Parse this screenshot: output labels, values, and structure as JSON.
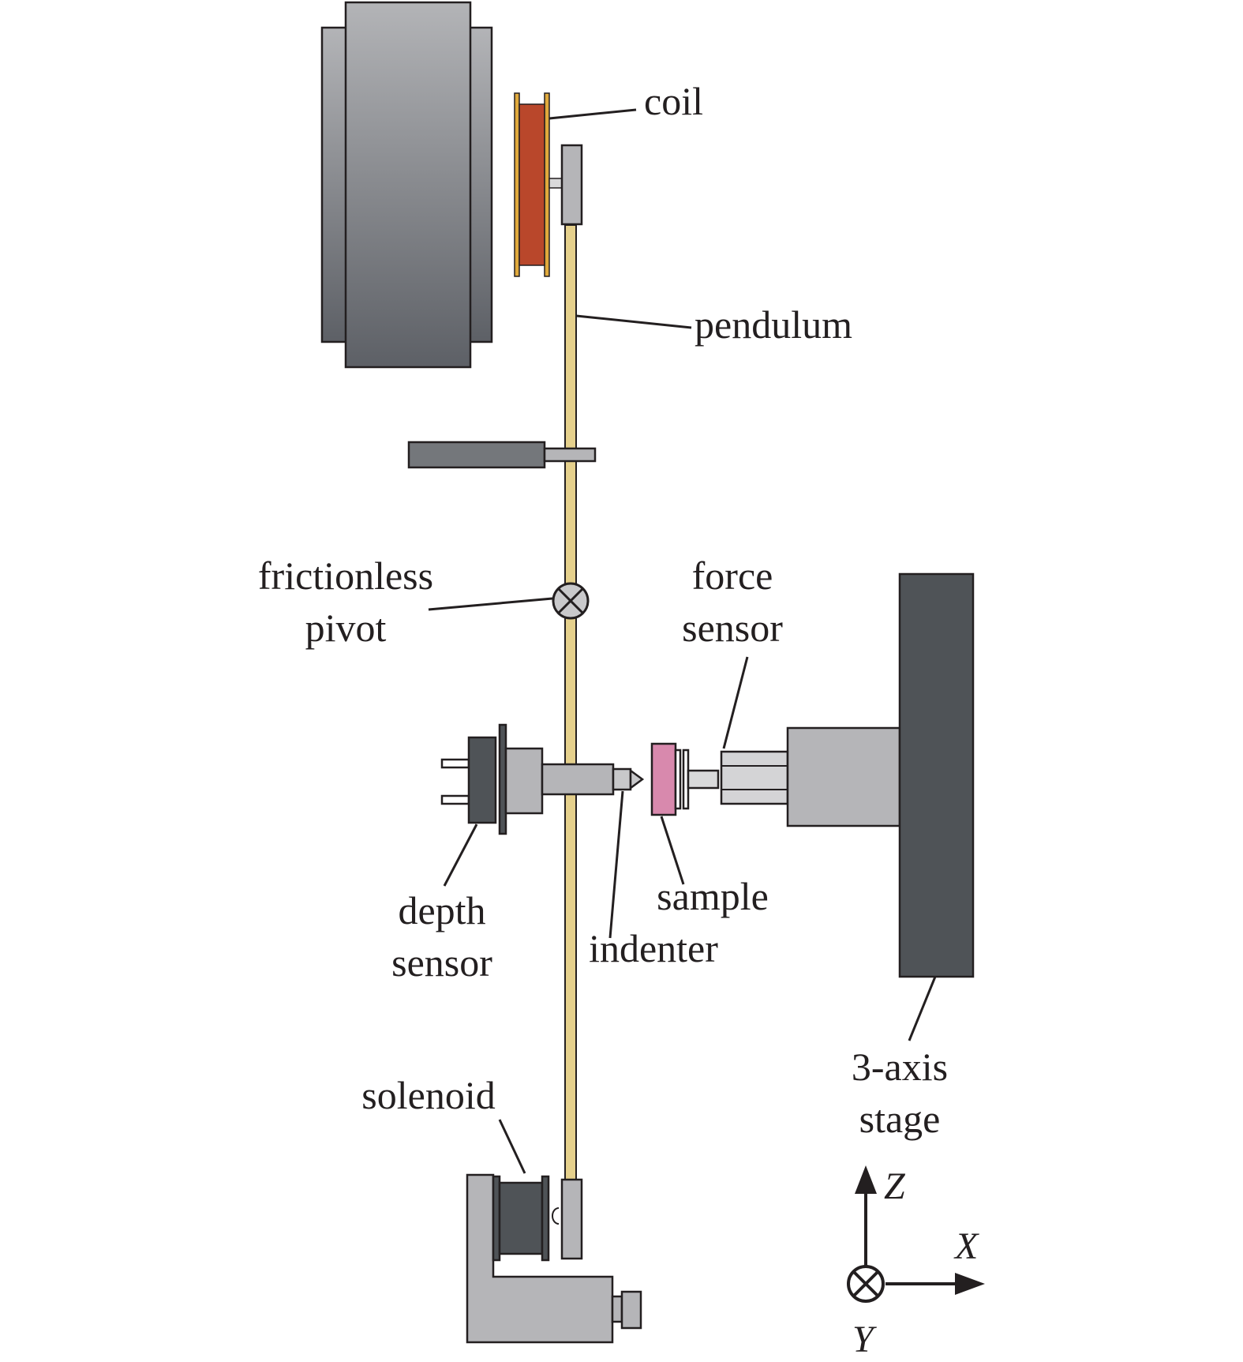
{
  "labels": {
    "coil": "coil",
    "pendulum": "pendulum",
    "frictionless_line1": "frictionless",
    "frictionless_line2": "pivot",
    "force_line1": "force",
    "force_line2": "sensor",
    "depth_line1": "depth",
    "depth_line2": "sensor",
    "sample": "sample",
    "indenter": "indenter",
    "stage_line1": "3-axis",
    "stage_line2": "stage",
    "solenoid": "solenoid"
  },
  "axes": {
    "z": "Z",
    "x": "X",
    "y": "Y"
  },
  "colors": {
    "magnet_gradient_top": "#b3b4b7",
    "magnet_gradient_bottom": "#5d6066",
    "coil": "#b9472b",
    "coil_frame": "#e0a93c",
    "pendulum": "#e5d08c",
    "light_gray": "#b5b5b8",
    "dark_gray": "#4f5357",
    "mid_gray": "#74777b",
    "sample": "#d889ad",
    "outline": "#231f20"
  }
}
